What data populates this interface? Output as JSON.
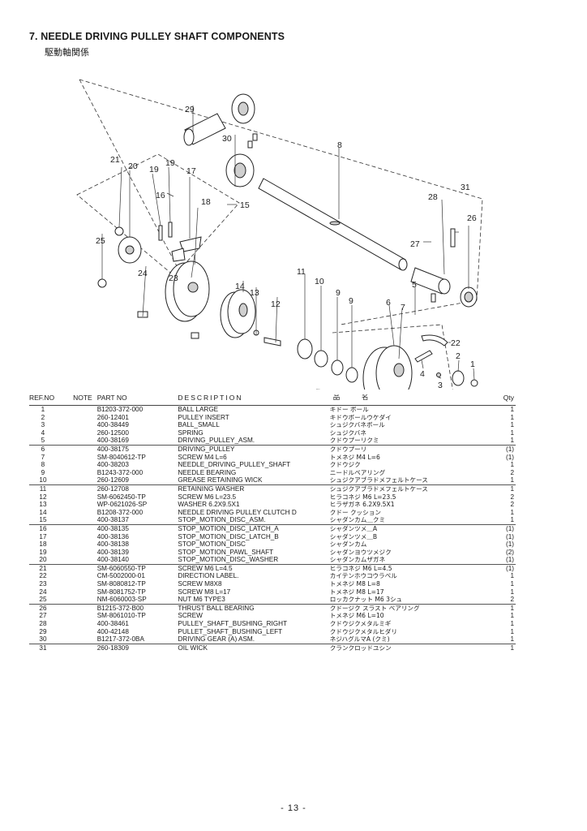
{
  "heading": "7.  NEEDLE DRIVING PULLEY SHAFT COMPONENTS",
  "subheading": "駆動軸関係",
  "diagram_labels": [
    "29",
    "30",
    "8",
    "31",
    "28",
    "26",
    "27",
    "21",
    "20",
    "19",
    "19",
    "17",
    "16",
    "18",
    "15",
    "25",
    "24",
    "23",
    "14",
    "13",
    "12",
    "11",
    "10",
    "9",
    "9",
    "6",
    "7",
    "5",
    "22",
    "4",
    "3",
    "2",
    "1"
  ],
  "table_header": {
    "ref": "REF.NO",
    "note": "NOTE",
    "part": "PART NO",
    "desc": "DESCRIPTION",
    "jp": "品 名",
    "qty": "Qty"
  },
  "rows": [
    {
      "ref": "1",
      "part": "B1203-372-000",
      "desc": "BALL LARGE",
      "jp": "キドー ボール",
      "qty": "1"
    },
    {
      "ref": "2",
      "part": "260-12401",
      "desc": "PULLEY INSERT",
      "jp": "キドウボールウケダイ",
      "qty": "1"
    },
    {
      "ref": "3",
      "part": "400-38449",
      "desc": "BALL_SMALL",
      "jp": "シュジクバネボール",
      "qty": "1"
    },
    {
      "ref": "4",
      "part": "260-12500",
      "desc": "SPRING",
      "jp": "シュジクバネ",
      "qty": "1"
    },
    {
      "ref": "5",
      "part": "400-38169",
      "desc": "DRIVING_PULLEY_ASM.",
      "jp": "クドウプーリクミ",
      "qty": "1"
    },
    {
      "ref": "6",
      "part": "400-38175",
      "desc": "DRIVING_PULLEY",
      "jp": "クドウプーリ",
      "qty": "(1)"
    },
    {
      "ref": "7",
      "part": "SM-8040612-TP",
      "desc": "SCREW M4 L=6",
      "jp": "トメネジ M4 L=6",
      "qty": "(1)"
    },
    {
      "ref": "8",
      "part": "400-38203",
      "desc": "NEEDLE_DRIVING_PULLEY_SHAFT",
      "jp": "クドウジク",
      "qty": "1"
    },
    {
      "ref": "9",
      "part": "B1243-372-000",
      "desc": "NEEDLE BEARING",
      "jp": "ニードルベアリング",
      "qty": "2"
    },
    {
      "ref": "10",
      "part": "260-12609",
      "desc": "GREASE RETAINING WICK",
      "jp": "シュジクアブラドメフェルトケース",
      "qty": "1"
    },
    {
      "ref": "11",
      "part": "260-12708",
      "desc": "RETAINING WASHER",
      "jp": "シュジクアブラドメフェルトケース",
      "qty": "1"
    },
    {
      "ref": "12",
      "part": "SM-6062450-TP",
      "desc": "SCREW M6 L=23.5",
      "jp": "ヒラコネジ M6 L=23.5",
      "qty": "2"
    },
    {
      "ref": "13",
      "part": "WP-0621026-SP",
      "desc": "WASHER 6.2X9.5X1",
      "jp": "ヒラザガネ 6.2X9.5X1",
      "qty": "2"
    },
    {
      "ref": "14",
      "part": "B1208-372-000",
      "desc": "NEEDLE DRIVING PULLEY CLUTCH D",
      "jp": "クドー クッション",
      "qty": "1"
    },
    {
      "ref": "15",
      "part": "400-38137",
      "desc": "STOP_MOTION_DISC_ASM.",
      "jp": "シャダンカム＿クミ",
      "qty": "1"
    },
    {
      "ref": "16",
      "part": "400-38135",
      "desc": "STOP_MOTION_DISC_LATCH_A",
      "jp": "シャダンツメ＿A",
      "qty": "(1)"
    },
    {
      "ref": "17",
      "part": "400-38136",
      "desc": "STOP_MOTION_DISC_LATCH_B",
      "jp": "シャダンツメ＿B",
      "qty": "(1)"
    },
    {
      "ref": "18",
      "part": "400-38138",
      "desc": "STOP_MOTION_DISC",
      "jp": "シャダンカム",
      "qty": "(1)"
    },
    {
      "ref": "19",
      "part": "400-38139",
      "desc": "STOP_MOTION_PAWL_SHAFT",
      "jp": "シャダンヨウツメジク",
      "qty": "(2)"
    },
    {
      "ref": "20",
      "part": "400-38140",
      "desc": "STOP_MOTION_DISC_WASHER",
      "jp": "シャダンカムザガネ",
      "qty": "(1)"
    },
    {
      "ref": "21",
      "part": "SM-6060550-TP",
      "desc": "SCREW M6 L=4.5",
      "jp": "ヒラコネジ M6 L=4.5",
      "qty": "(1)"
    },
    {
      "ref": "22",
      "part": "CM-5002000-01",
      "desc": "DIRECTION LABEL.",
      "jp": "カイテンホウコウラベル",
      "qty": "1"
    },
    {
      "ref": "23",
      "part": "SM-8080812-TP",
      "desc": "SCREW M8X8",
      "jp": "トメネジ M8 L=8",
      "qty": "1"
    },
    {
      "ref": "24",
      "part": "SM-8081752-TP",
      "desc": "SCREW M8 L=17",
      "jp": "トメネジ M8 L=17",
      "qty": "1"
    },
    {
      "ref": "25",
      "part": "NM-6060003-SP",
      "desc": "NUT M6 TYPE3",
      "jp": "ロッカクナット M6 3シュ",
      "qty": "2"
    },
    {
      "ref": "26",
      "part": "B1215-372-B00",
      "desc": "THRUST BALL BEARING",
      "jp": "クドージク スラスト ベアリング",
      "qty": "1"
    },
    {
      "ref": "27",
      "part": "SM-8061010-TP",
      "desc": "SCREW",
      "jp": "トメネジ M6 L=10",
      "qty": "1"
    },
    {
      "ref": "28",
      "part": "400-38461",
      "desc": "PULLEY_SHAFT_BUSHING_RIGHT",
      "jp": "クドウジクメタルミギ",
      "qty": "1"
    },
    {
      "ref": "29",
      "part": "400-42148",
      "desc": "PULLET_SHAFT_BUSHING_LEFT",
      "jp": "クドウジクメタルヒダリ",
      "qty": "1"
    },
    {
      "ref": "30",
      "part": "B1217-372-0BA",
      "desc": "DRIVING GEAR (A) ASM.",
      "jp": "ネジハグルマA (クミ)",
      "qty": "1"
    },
    {
      "ref": "31",
      "part": "260-18309",
      "desc": "OIL WICK",
      "jp": "クランクロッドユシン",
      "qty": "1"
    }
  ],
  "page_number": "- 13 -"
}
